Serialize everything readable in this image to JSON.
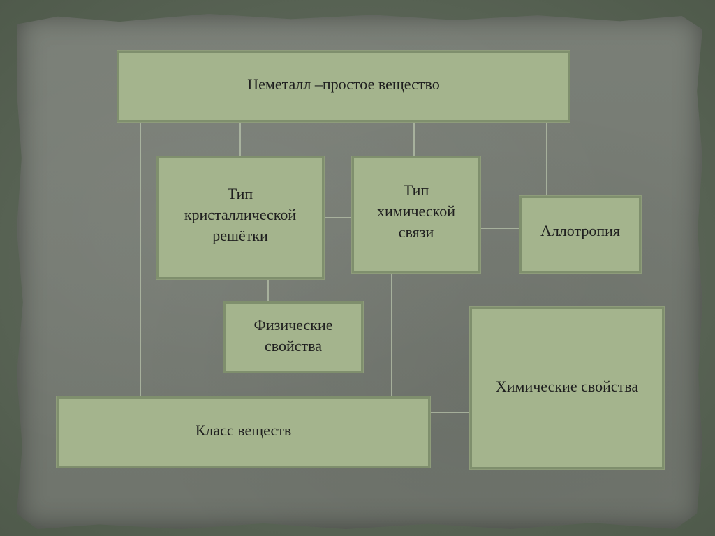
{
  "diagram": {
    "nodes": {
      "nonmetal": "Неметалл –простое вещество",
      "crystal_lattice": "Тип\nкристаллической\nрешётки",
      "chemical_bond": "Тип\nхимической\nсвязи",
      "allotropy": "Аллотропия",
      "physical_properties": "Физические\nсвойства",
      "chemical_properties": "Химические свойства",
      "substance_class": "Класс веществ"
    },
    "edges": [
      [
        "nonmetal",
        "crystal_lattice"
      ],
      [
        "nonmetal",
        "chemical_bond"
      ],
      [
        "nonmetal",
        "allotropy"
      ],
      [
        "nonmetal",
        "substance_class"
      ],
      [
        "crystal_lattice",
        "chemical_bond"
      ],
      [
        "chemical_bond",
        "allotropy"
      ],
      [
        "crystal_lattice",
        "physical_properties"
      ],
      [
        "chemical_bond",
        "substance_class"
      ],
      [
        "substance_class",
        "chemical_properties"
      ]
    ]
  },
  "colors": {
    "box_fill": "#a4b48d",
    "box_border": "#7f8f6d",
    "connector": "#b7c2aa",
    "background": "#757a72"
  }
}
